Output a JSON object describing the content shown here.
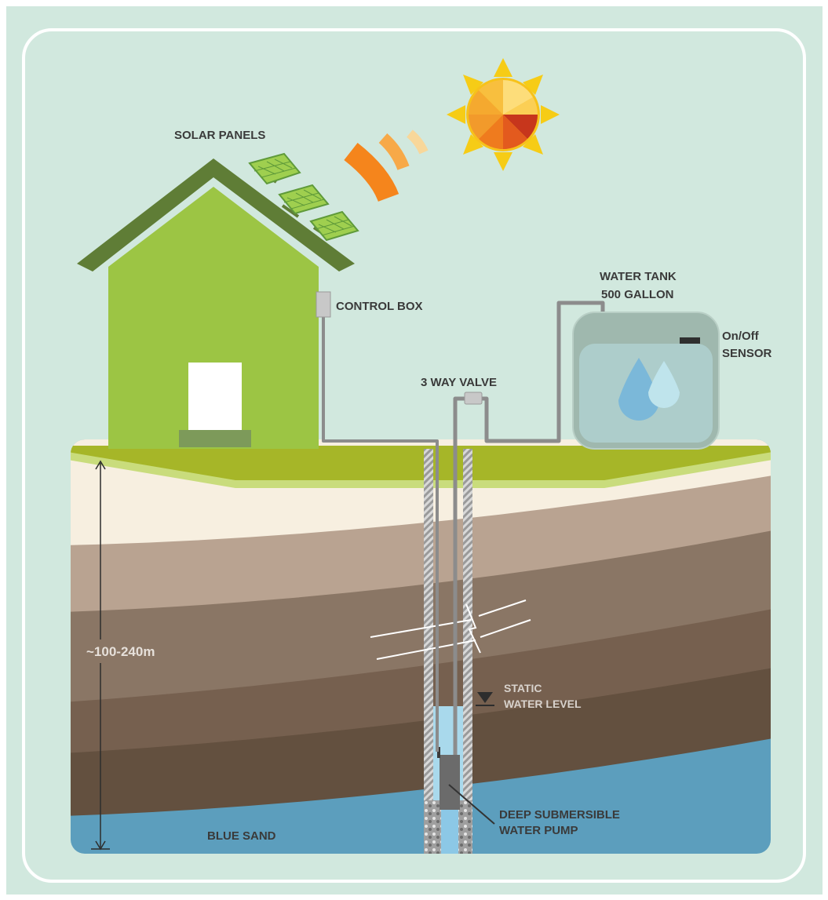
{
  "labels": {
    "solar_panels": "SOLAR PANELS",
    "control_box": "CONTROL BOX",
    "water_tank_line1": "WATER TANK",
    "water_tank_line2": "500 GALLON",
    "sensor_line1": "On/Off",
    "sensor_line2": "SENSOR",
    "valve": "3 WAY VALVE",
    "depth": "~100-240m",
    "static_line1": "STATIC",
    "static_line2": "WATER LEVEL",
    "pump_line1": "DEEP SUBMERSIBLE",
    "pump_line2": "WATER PUMP",
    "blue_sand": "BLUE SAND"
  },
  "colors": {
    "background": "#d1e8de",
    "frame": "#ffffff",
    "house": "#9cc544",
    "roof": "#5f7d36",
    "door": "#ffffff",
    "step": "#7d9a5a",
    "grass": "#a6b628",
    "grass_light": "#c9dc7c",
    "soil_cream": "#f7efe0",
    "soil_tan": "#b9a391",
    "soil_brown": "#8a7665",
    "soil_dark": "#76604f",
    "soil_darker": "#63503f",
    "blue_sand": "#5c9ebd",
    "pipe": "#8c8c8c",
    "tank": "#adcdcb",
    "tank_top": "#9fb8ae",
    "drop_dark": "#7bb8d9",
    "drop_light": "#bfe4ec",
    "sun_ray": "#f6cc16",
    "sun_core": "#f07a1c",
    "wave": "#f5851c"
  },
  "icons": [
    "sun-icon",
    "solar-panel-icon",
    "water-drop-icon",
    "water-level-icon",
    "house-icon",
    "water-tank-icon",
    "pump-icon"
  ]
}
